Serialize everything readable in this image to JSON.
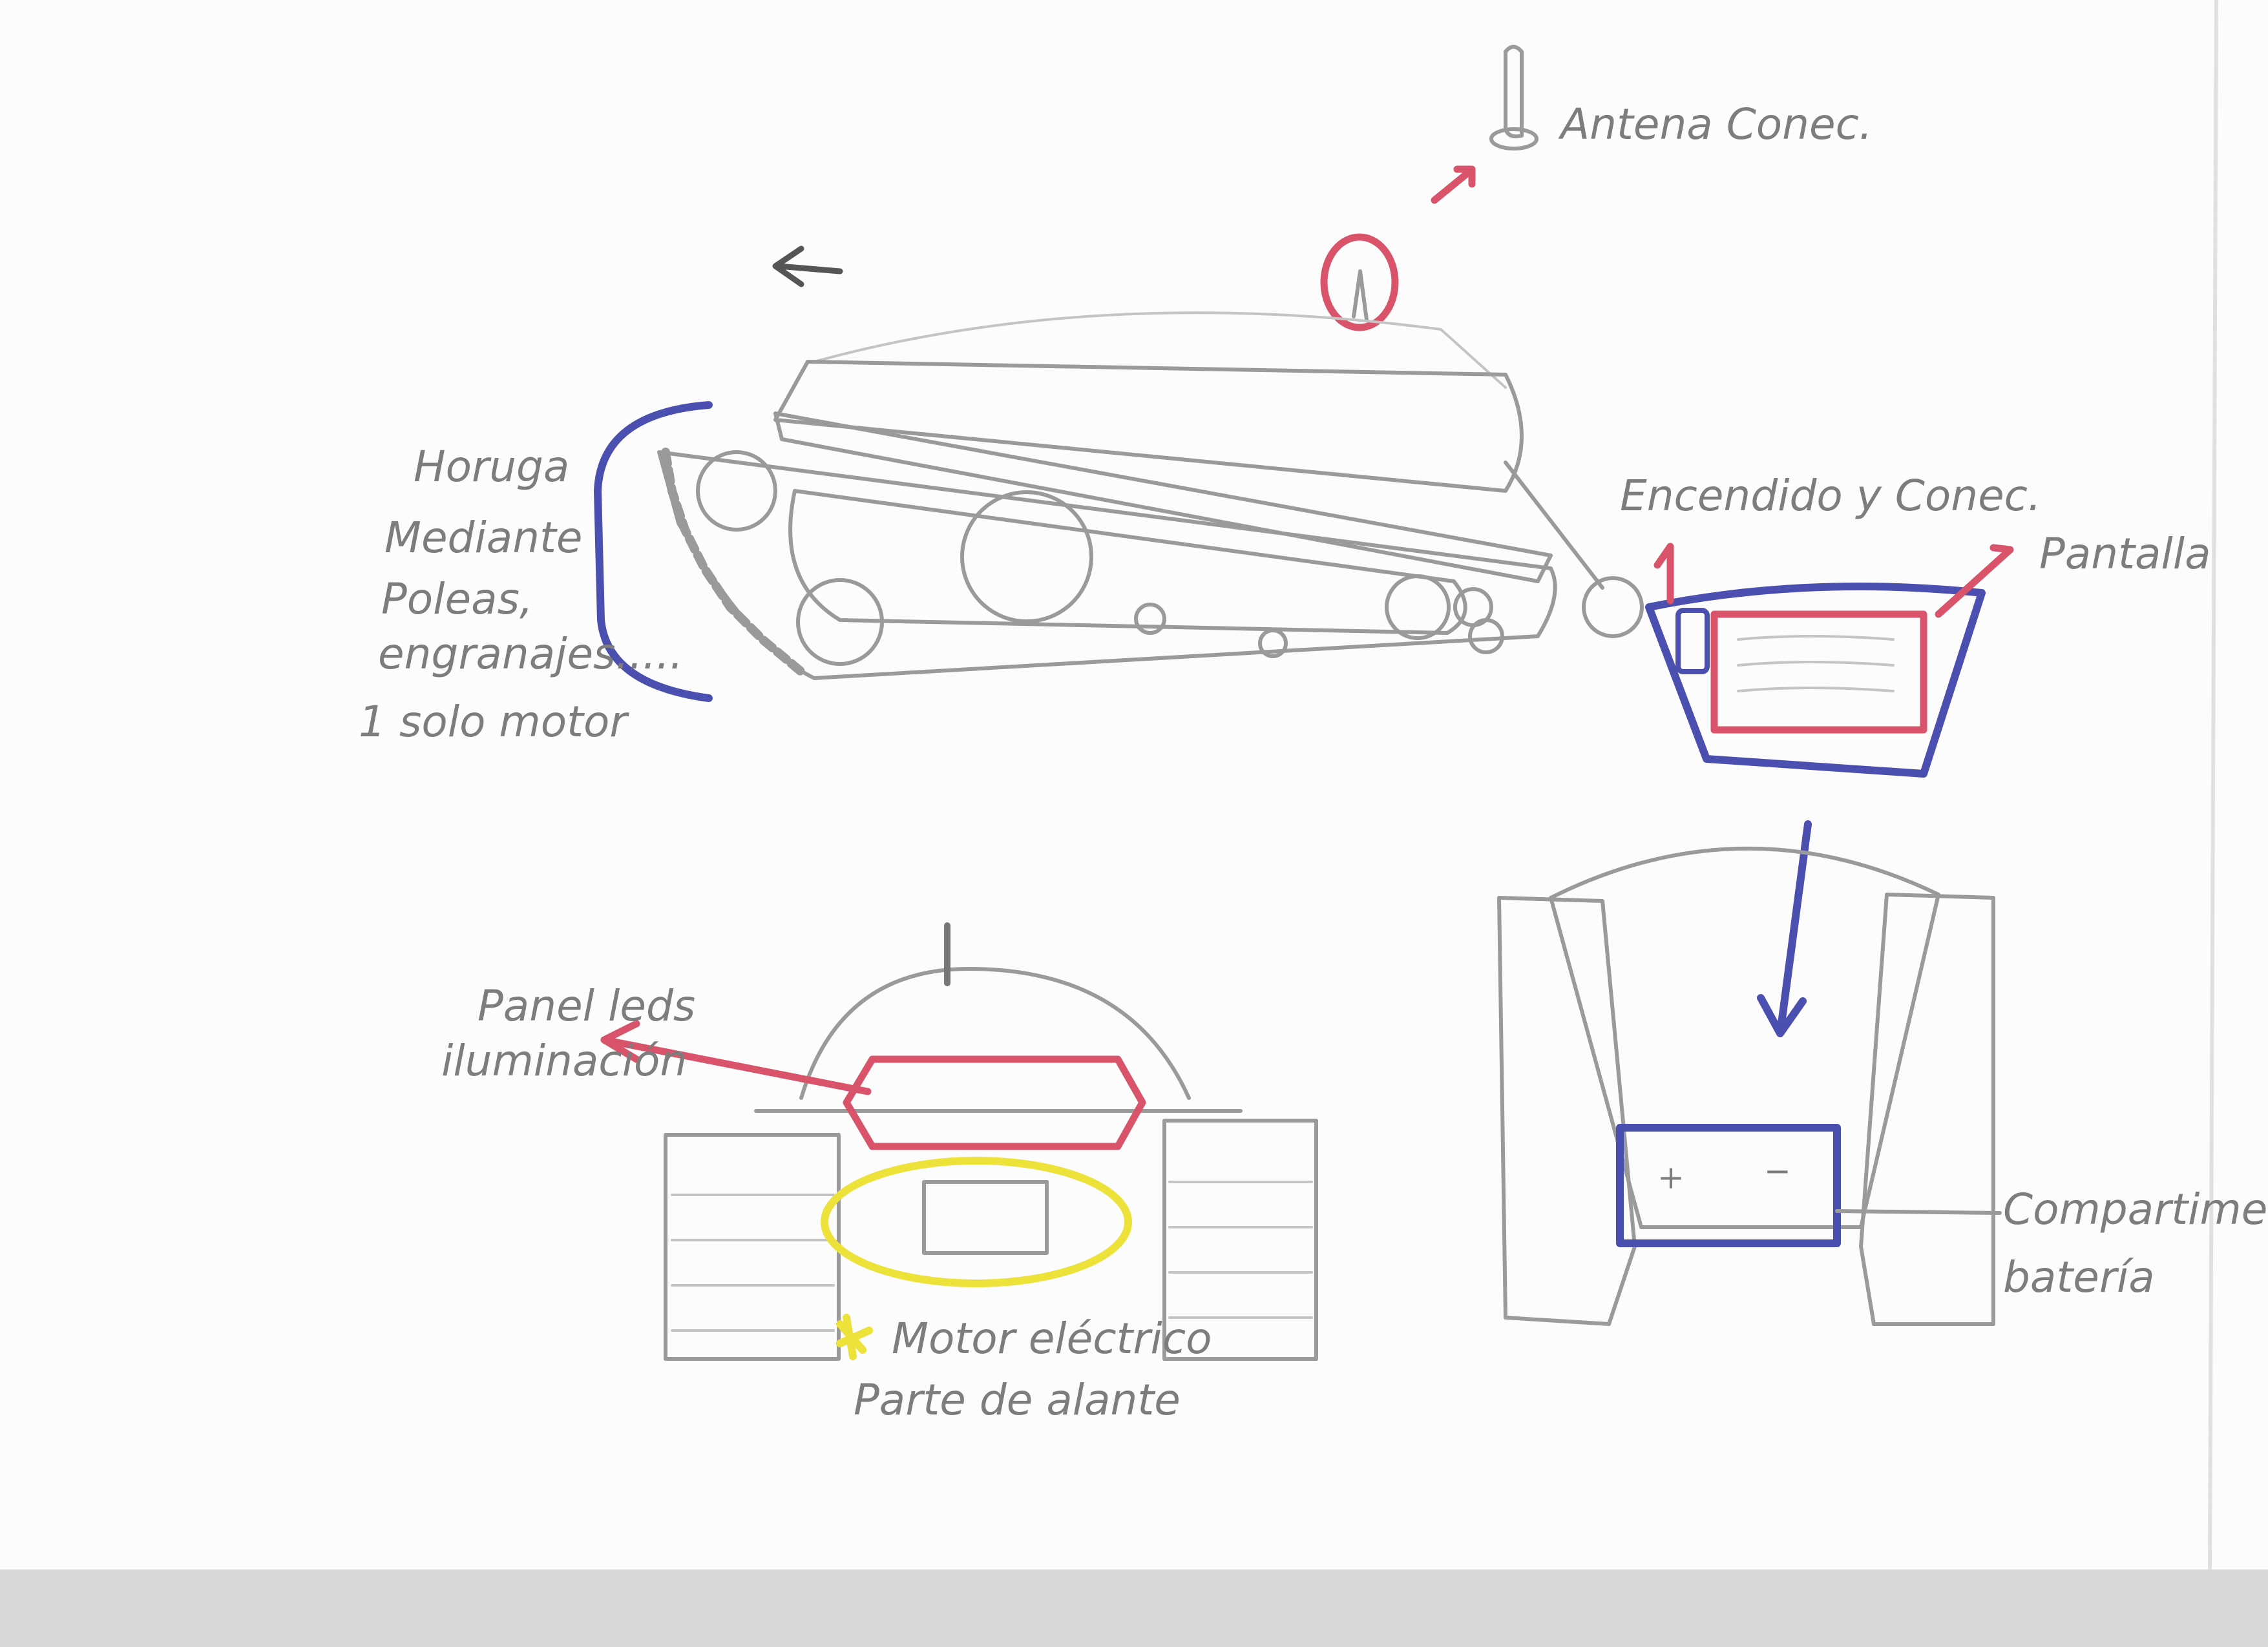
{
  "labels": {
    "antenna": "Antena Conec.",
    "track_lines": [
      "Horuga",
      "Mediante",
      "Poleas,",
      "engranajes.....",
      "1 solo motor"
    ],
    "power": "Encendido y Conec.",
    "screen": "Pantalla",
    "led_panel": [
      "Panel leds",
      "iluminación"
    ],
    "motor": [
      "Motor eléctrico",
      "Parte de alante"
    ],
    "battery": [
      "Compartimento",
      "batería"
    ]
  },
  "colors": {
    "pencil": "#9a9a9a",
    "blue_marker": "#4a4fb0",
    "red_marker": "#d9546a",
    "yellow_marker": "#ece23a"
  }
}
